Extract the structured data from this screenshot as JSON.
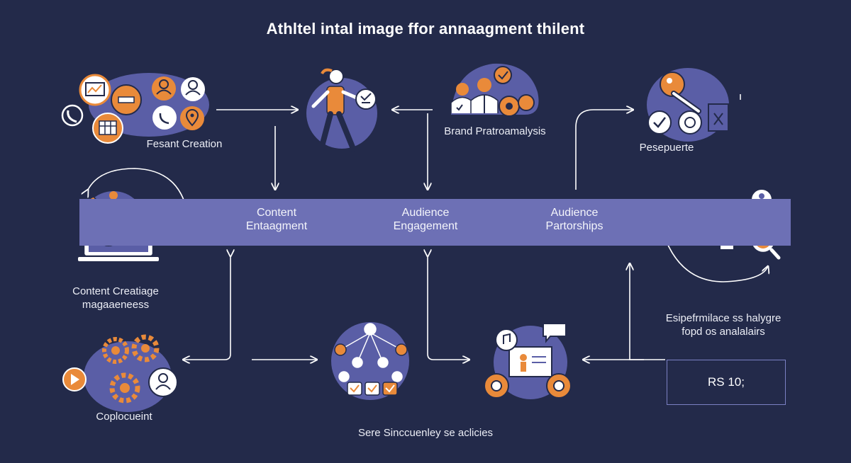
{
  "title": "Athltel intal image ffor annaagment thilent",
  "stages": [
    {
      "line1": "Content",
      "line2": "Entaagment"
    },
    {
      "line1": "Audience",
      "line2": "Engagement"
    },
    {
      "line1": "Audience",
      "line2": "Partorships"
    }
  ],
  "labels": {
    "fesant_creation": "Fesant Creation",
    "brand": "Brand Pratroamalysis",
    "pesepuerte": "Pesepuerte",
    "content_creatiage_1": "Content Creatiage",
    "content_creatiage_2": "magaaeneess",
    "performance_1": "Esipefrmilace ss halygre",
    "performance_2": "fopd os analalairs",
    "coplocueint": "Coplocueint",
    "sere": "Sere Sinccuenley se aclicies"
  },
  "rs_box": "RS 10;",
  "colors": {
    "background": "#232a4a",
    "band": "#6d70b5",
    "circle": "#5a5ea6",
    "orange": "#e98a3a",
    "white": "#ffffff"
  },
  "icons": [
    "chart-icon",
    "minus-icon",
    "user-icon",
    "phone-icon",
    "grid-icon",
    "map-pin-icon",
    "runner-icon",
    "team-icon",
    "gear-icon",
    "check-icon",
    "target-icon",
    "monitor-icon",
    "cycle-icon",
    "play-icon",
    "network-icon",
    "music-icon",
    "presentation-icon",
    "search-icon"
  ]
}
